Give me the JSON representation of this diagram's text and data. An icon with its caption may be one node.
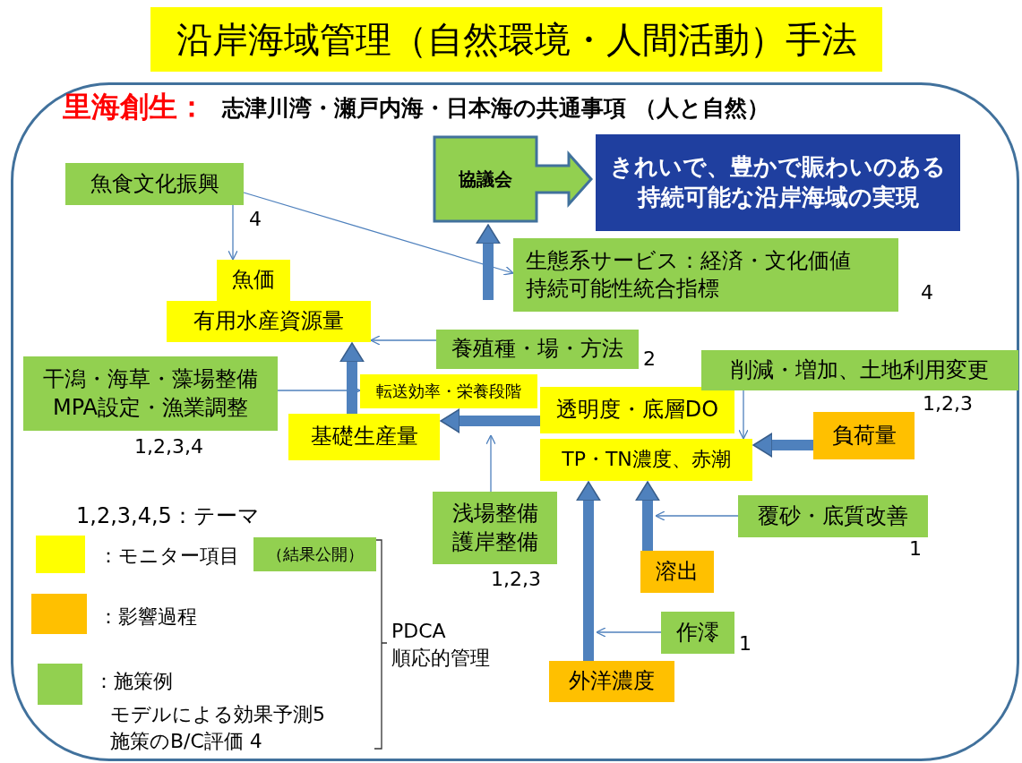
{
  "diagram": {
    "title": "沿岸海域管理（自然環境・人間活動）手法",
    "nodes": [
      {
        "text": [
          "里海創生：",
          "志津川湾・瀬戸内海・日本海の共通事項 （人と自然）"
        ]
      },
      {
        "text": [
          "魚食文化振興"
        ],
        "in": 0,
        "beside": [
          "4"
        ]
      },
      {
        "text": [
          "協議会"
        ],
        "in": 0
      },
      {
        "text": [
          "きれいで、豊かで賑わいのある持続可能な沿岸海域の実現"
        ],
        "in": 0
      },
      {
        "text": [
          "生態系サービス：経済・文化価値",
          "持続可能性統合指標"
        ],
        "in": 0,
        "beside": [
          "4"
        ]
      },
      {
        "text": [
          "魚価"
        ],
        "in": 0
      },
      {
        "text": [
          "有用水産資源量"
        ],
        "in": 0
      },
      {
        "text": [
          "養殖種・場・方法"
        ],
        "in": 0,
        "beside": [
          "2"
        ]
      },
      {
        "text": [
          "干潟・海草・藻場整備",
          "MPA設定・漁業調整"
        ],
        "in": 0,
        "beside": [
          "1,2,3,4"
        ]
      },
      {
        "text": [
          "転送効率・栄養段階"
        ],
        "in": 0
      },
      {
        "text": [
          "基礎生産量"
        ],
        "in": 0
      },
      {
        "text": [
          "透明度・底層DO"
        ],
        "in": 0
      },
      {
        "text": [
          "削減・増加、土地利用変更"
        ],
        "in": 0,
        "beside": [
          "1,2,3"
        ]
      },
      {
        "text": [
          "負荷量"
        ],
        "in": 0
      },
      {
        "text": [
          "TP・TN濃度、赤潮"
        ],
        "in": 0
      },
      {
        "text": [
          "浅場整備",
          "護岸整備"
        ],
        "in": 0,
        "beside": [
          "1,2,3"
        ]
      },
      {
        "text": [
          "覆砂・底質改善"
        ],
        "in": 0,
        "beside": [
          "1"
        ]
      },
      {
        "text": [
          "溶出"
        ],
        "in": 0
      },
      {
        "text": [
          "作澪"
        ],
        "in": 0,
        "beside": [
          "1"
        ]
      },
      {
        "text": [
          "外洋濃度"
        ],
        "in": 0
      },
      {
        "text": [
          "（結果公開）"
        ],
        "in": 0
      }
    ],
    "edges": [
      {
        "from": 1,
        "to": 5,
        "arrow": "to"
      },
      {
        "from": 1,
        "to": 4,
        "arrow": "to"
      },
      {
        "from": null,
        "to": 2,
        "arrow": "to",
        "style": "thick"
      },
      {
        "from": 7,
        "to": 6,
        "arrow": "to"
      },
      {
        "from": 8,
        "to": 9,
        "arrow": "to"
      },
      {
        "from": 10,
        "to": 6,
        "arrow": "to",
        "style": "thick"
      },
      {
        "from": 11,
        "to": 10,
        "arrow": "to",
        "style": "thick"
      },
      {
        "from": 15,
        "to": null,
        "arrow": "to"
      },
      {
        "from": 12,
        "to": 14,
        "arrow": "to"
      },
      {
        "from": 13,
        "to": 14,
        "arrow": "to",
        "style": "thick"
      },
      {
        "from": 19,
        "to": 14,
        "arrow": "to",
        "style": "thick"
      },
      {
        "from": 17,
        "to": 14,
        "arrow": "to",
        "style": "thick"
      },
      {
        "from": 16,
        "to": null,
        "arrow": "to"
      },
      {
        "from": 18,
        "to": null,
        "arrow": "to"
      }
    ],
    "labels": [
      "1,2,3,4,5：テーマ",
      "モデルによる効果予測5",
      "施策のB/C評価 4",
      "PDCA",
      "順応的管理"
    ],
    "legend": [
      {
        "text": "：モニター項目",
        "color": "#ffff00"
      },
      {
        "text": "：影響過程",
        "color": "#ffc000"
      },
      {
        "text": "：施策例",
        "color": "#92d050"
      }
    ]
  }
}
